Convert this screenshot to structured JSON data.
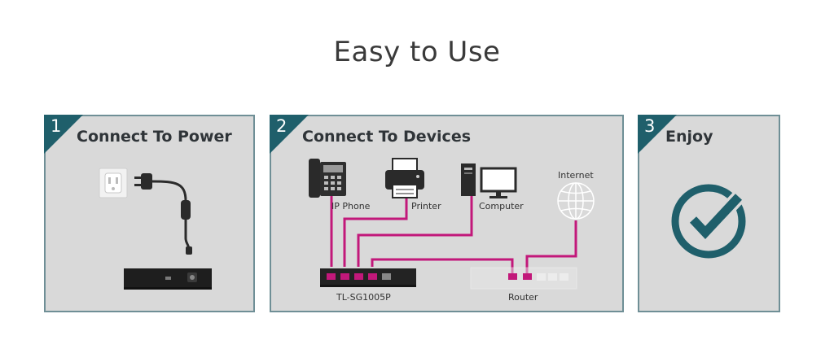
{
  "page": {
    "title": "Easy to Use"
  },
  "steps": [
    {
      "number": "1",
      "title": "Connect To Power"
    },
    {
      "number": "2",
      "title": "Connect To Devices"
    },
    {
      "number": "3",
      "title": "Enjoy"
    }
  ],
  "devices": {
    "ip_phone": "IP Phone",
    "printer": "Printer",
    "computer": "Computer",
    "internet": "Internet",
    "switch": "TL-SG1005P",
    "router": "Router"
  },
  "colors": {
    "accent": "#1f5f6b",
    "cable": "#c2187a",
    "panel_bg": "#d9d9d9",
    "panel_border": "#6f8f96"
  }
}
